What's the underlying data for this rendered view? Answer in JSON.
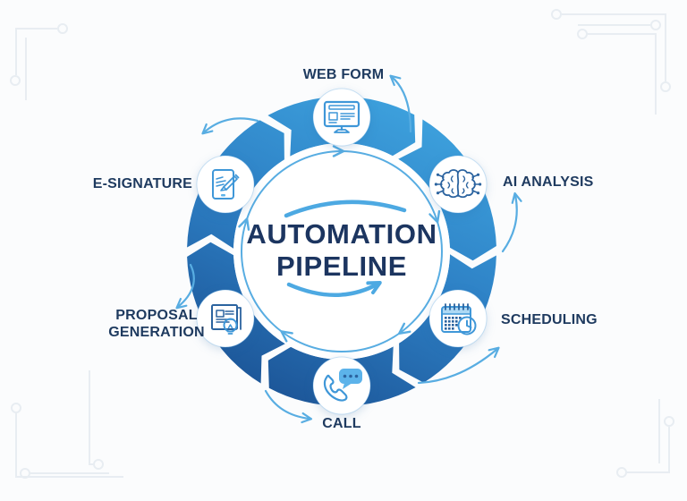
{
  "diagram": {
    "type": "cycle",
    "direction": "clockwise",
    "stage_count": 6,
    "title_line1": "AUTOMATION",
    "title_line2": "PIPELINE",
    "stages": [
      {
        "label": "WEB FORM",
        "icon": "web-form-monitor-icon",
        "position": "top"
      },
      {
        "label": "AI ANALYSIS",
        "icon": "brain-circuit-icon",
        "position": "upper-right"
      },
      {
        "label": "SCHEDULING",
        "icon": "calendar-clock-icon",
        "position": "lower-right"
      },
      {
        "label": "CALL",
        "icon": "phone-chat-bubble-icon",
        "position": "bottom"
      },
      {
        "label": "PROPOSAL GENERATION",
        "label_line1": "PROPOSAL",
        "label_line2": "GENERATION",
        "icon": "document-lightbulb-icon",
        "position": "lower-left"
      },
      {
        "label": "E-SIGNATURE",
        "icon": "tablet-pen-icon",
        "position": "upper-left"
      }
    ],
    "colors": {
      "ring_gradient_light": "#3fa5e0",
      "ring_gradient_dark": "#1b5294",
      "accent_arrows": "#58ade2",
      "icon_stroke_light": "#3f97d8",
      "icon_stroke_dark": "#2b639f",
      "label_text": "#1e3a5f",
      "title_text": "#1c3560",
      "background": "#fbfcfd"
    }
  }
}
